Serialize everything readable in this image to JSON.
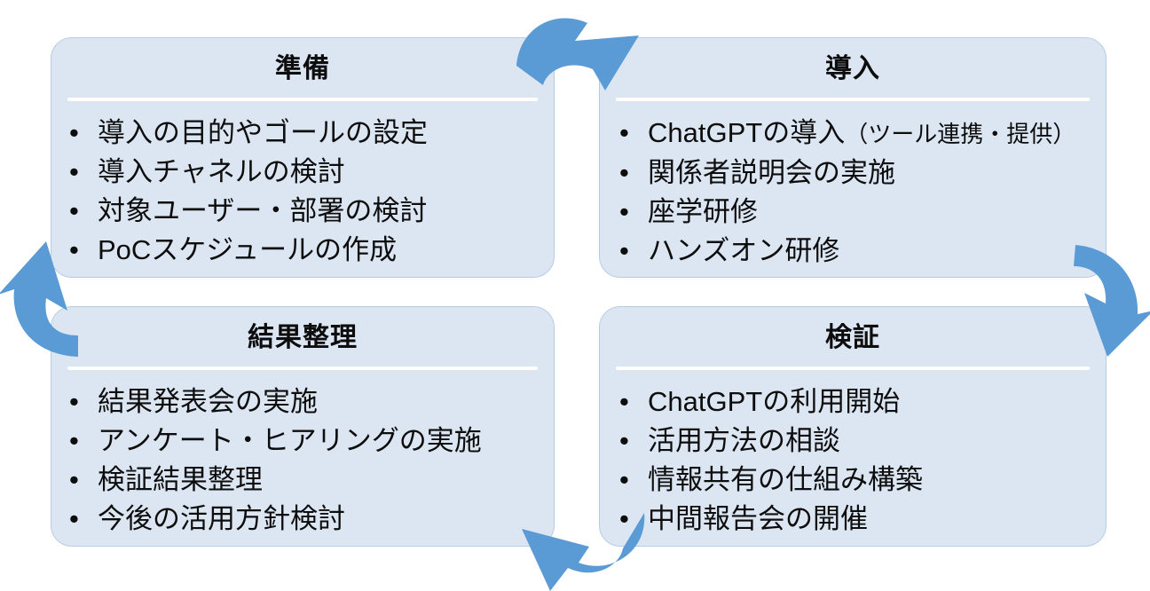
{
  "diagram": {
    "type": "cycle",
    "accent_color": "#5b9bd5",
    "box_fill_color": "#dce6f2",
    "box_border_color": "#b8cce4",
    "rule_color": "#ffffff",
    "text_color": "#0d0d0d",
    "bullet_glyph": "•",
    "quadrants": [
      {
        "id": "preparation",
        "title": "準備",
        "items": [
          {
            "text": "導入の目的やゴールの設定"
          },
          {
            "text": "導入チャネルの検討"
          },
          {
            "text": "対象ユーザー・部署の検討"
          },
          {
            "text": "PoCスケジュールの作成"
          }
        ]
      },
      {
        "id": "introduction",
        "title": "導入",
        "items": [
          {
            "text": "ChatGPTの導入",
            "sub": "（ツール連携・提供）"
          },
          {
            "text": "関係者説明会の実施"
          },
          {
            "text": "座学研修"
          },
          {
            "text": "ハンズオン研修"
          }
        ]
      },
      {
        "id": "results-organization",
        "title": "結果整理",
        "items": [
          {
            "text": "結果発表会の実施"
          },
          {
            "text": "アンケート・ヒアリングの実施"
          },
          {
            "text": "検証結果整理"
          },
          {
            "text": "今後の活用方針検討"
          }
        ]
      },
      {
        "id": "verification",
        "title": "検証",
        "items": [
          {
            "text": "ChatGPTの利用開始"
          },
          {
            "text": "活用方法の相談"
          },
          {
            "text": "情報共有の仕組み構築"
          },
          {
            "text": "中間報告会の開催"
          }
        ]
      }
    ],
    "arrows": [
      {
        "id": "arrow-top",
        "from": "準備",
        "to": "導入",
        "direction": "left-to-right"
      },
      {
        "id": "arrow-right",
        "from": "導入",
        "to": "検証",
        "direction": "top-to-bottom"
      },
      {
        "id": "arrow-bottom",
        "from": "検証",
        "to": "結果整理",
        "direction": "right-to-left"
      },
      {
        "id": "arrow-left",
        "from": "結果整理",
        "to": "準備",
        "direction": "bottom-to-top"
      }
    ]
  }
}
